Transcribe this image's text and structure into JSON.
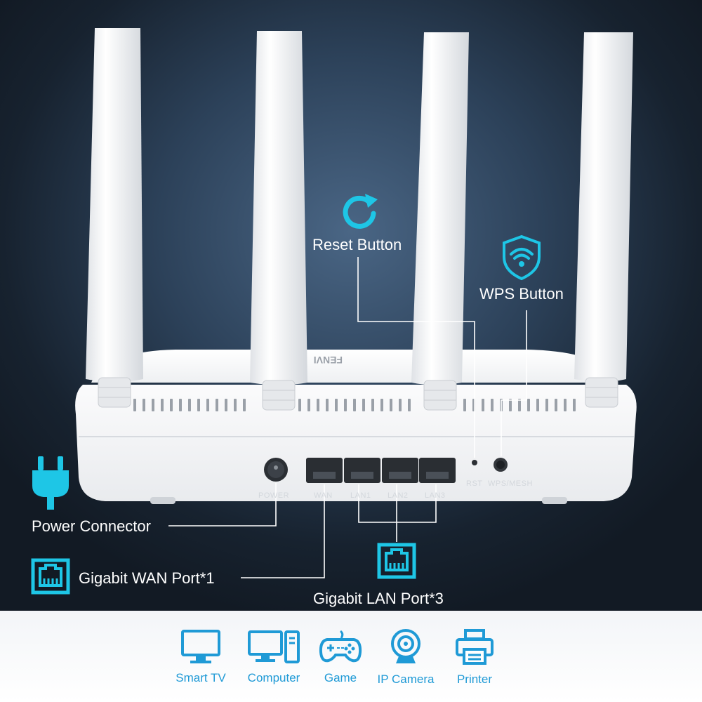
{
  "brand": "FENVI",
  "router_port_labels": {
    "power": "POWER",
    "wan": "WAN",
    "lan1": "LAN1",
    "lan2": "LAN2",
    "lan3": "LAN3",
    "rst": "RST",
    "wps": "WPS/MESH"
  },
  "callouts": {
    "reset": "Reset Button",
    "wps": "WPS Button",
    "power": "Power Connector",
    "wan": "Gigabit WAN Port*1",
    "lan": "Gigabit LAN Port*3"
  },
  "icons": {
    "reset": "refresh-icon",
    "wps": "wifi-shield-icon",
    "power": "power-plug-icon",
    "wan": "ethernet-port-icon",
    "lan": "ethernet-port-icon"
  },
  "colors": {
    "accent": "#1ec6e6",
    "device_blue": "#1f9ad6",
    "background_dark": "#1a2634"
  },
  "devices": [
    {
      "label": "Smart TV",
      "icon": "tv-icon"
    },
    {
      "label": "Computer",
      "icon": "computer-icon"
    },
    {
      "label": "Game",
      "icon": "gamepad-icon"
    },
    {
      "label": "IP Camera",
      "icon": "ip-camera-icon"
    },
    {
      "label": "Printer",
      "icon": "printer-icon"
    }
  ]
}
